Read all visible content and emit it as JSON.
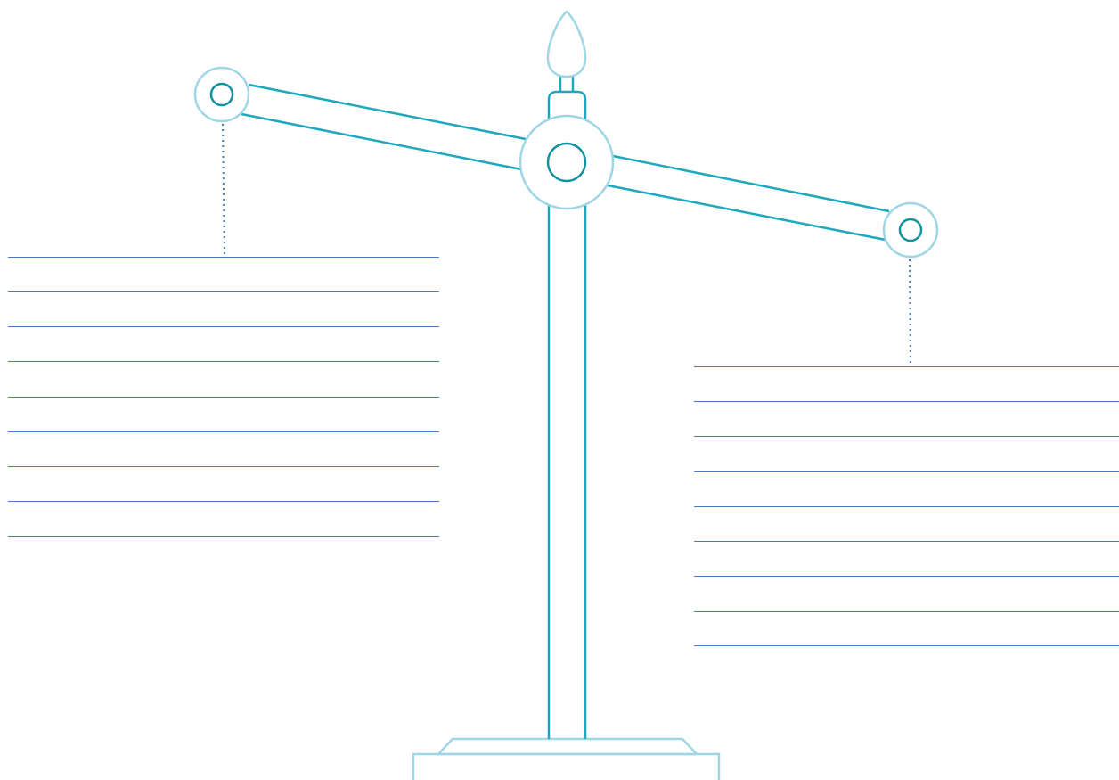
{
  "diagram": {
    "type": "balance-scale-worksheet",
    "colors": {
      "stroke_dark": "#1ea8bd",
      "stroke_light": "#9fd6e6",
      "pivot_inner": "#10939f",
      "dotted": "#4a79c4",
      "writing_lines": "#4a79c4",
      "background": "#ffffff"
    },
    "left_pan": {
      "line_count": 9,
      "lines": [
        "",
        "",
        "",
        "",
        "",
        "",
        "",
        "",
        ""
      ]
    },
    "right_pan": {
      "line_count": 9,
      "lines": [
        "",
        "",
        "",
        "",
        "",
        "",
        "",
        "",
        ""
      ]
    }
  }
}
